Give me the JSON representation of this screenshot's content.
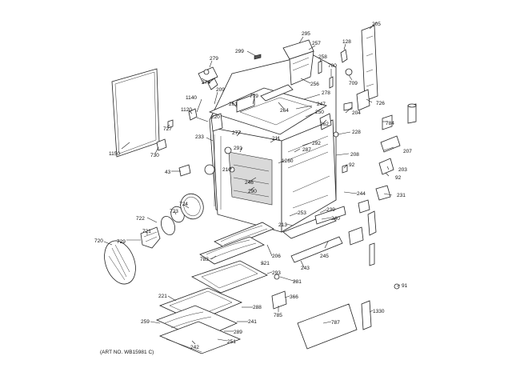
{
  "art_number": "(ART NO. WB15981 C)",
  "labels": {
    "l205": "205",
    "l295": "295",
    "l128": "128",
    "l257": "257",
    "l299": "299",
    "l258": "258",
    "l700": "700",
    "l279": "279",
    "l709": "709",
    "l274": "274",
    "l256": "256",
    "l278": "278",
    "l726": "726",
    "l1140": "1140",
    "l209": "209",
    "l779": "779",
    "l247": "247",
    "l261": "261",
    "l264": "264",
    "l250": "250",
    "l204": "204",
    "l1120": "1120",
    "l220": "220",
    "l262": "262",
    "l784": "784",
    "l727": "727",
    "l277": "277",
    "l211": "211",
    "l228": "228",
    "l233": "233",
    "l292": "292",
    "l291": "291",
    "l287": "287",
    "l207": "207",
    "l1150": "1150",
    "l730": "730",
    "l208": "208",
    "l1260": "1260",
    "l92a": "92",
    "l203": "203",
    "l43": "43",
    "l210": "210",
    "l92b": "92",
    "l246": "246",
    "l290": "290",
    "l244": "244",
    "l231": "231",
    "l724": "724",
    "l239": "239",
    "l253": "253",
    "l723": "723",
    "l240": "240",
    "l722": "722",
    "l213": "213",
    "l721": "721",
    "l729": "729",
    "l720": "720",
    "l245": "245",
    "l783": "783",
    "l206": "206",
    "l221": "221",
    "l243": "243",
    "l293": "293",
    "l281": "281",
    "l91": "91",
    "l366": "366",
    "l221b": "221",
    "l288": "288",
    "l785": "785",
    "l1330": "1330",
    "l787": "787",
    "l259": "259",
    "l241": "241",
    "l289": "289",
    "l251": "251",
    "l242": "242"
  }
}
